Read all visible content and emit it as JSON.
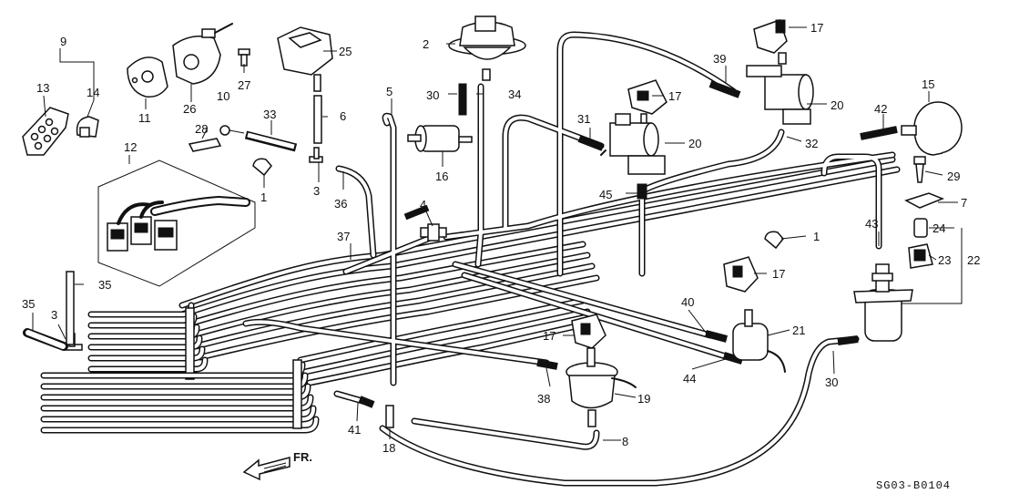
{
  "diagram_code": "SG03-B0104",
  "front_indicator": "FR.",
  "callouts": [
    "1",
    "1",
    "2",
    "3",
    "3",
    "4",
    "5",
    "6",
    "7",
    "8",
    "9",
    "10",
    "11",
    "12",
    "13",
    "14",
    "15",
    "16",
    "17",
    "17",
    "17",
    "17",
    "18",
    "19",
    "20",
    "20",
    "21",
    "22",
    "23",
    "24",
    "25",
    "26",
    "27",
    "28",
    "29",
    "30",
    "30",
    "31",
    "32",
    "33",
    "34",
    "35",
    "35",
    "36",
    "37",
    "38",
    "39",
    "40",
    "41",
    "42",
    "43",
    "44",
    "45"
  ]
}
